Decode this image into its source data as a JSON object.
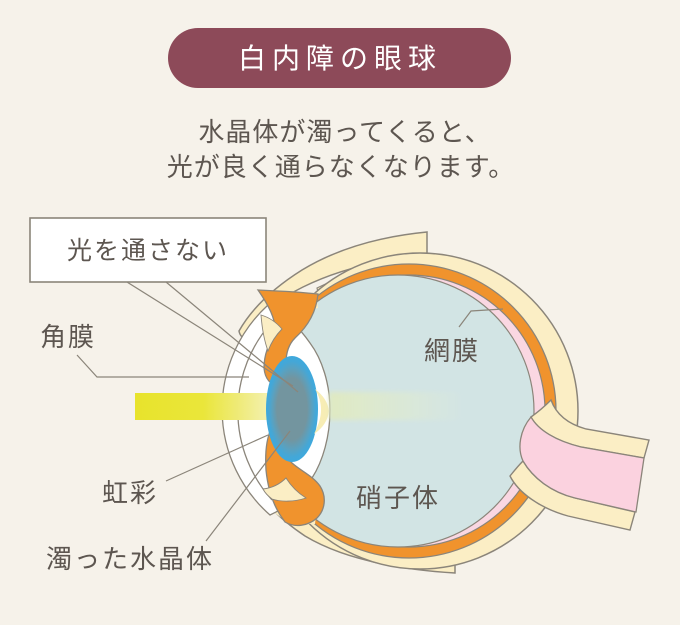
{
  "title": {
    "badge": "白内障の眼球"
  },
  "subtitle": {
    "line1": "水晶体が濁ってくると、",
    "line2": "光が良く通らなくなります。"
  },
  "callout": {
    "text": "光を通さない"
  },
  "labels": {
    "cornea": "角膜",
    "retina": "網膜",
    "iris": "虹彩",
    "vitreous": "硝子体",
    "cloudy_lens": "濁った水晶体"
  },
  "colors": {
    "background": "#f6f2ea",
    "badge_bg": "#8d4a59",
    "badge_text": "#ffffff",
    "text": "#5d5650",
    "outline": "#8b857a",
    "sclera": "#fbeec5",
    "choroid_orange": "#f0932d",
    "retina_pink": "#fad7e2",
    "optic_nerve_pink": "#fbd2df",
    "vitreous_blue": "#d2e4e4",
    "lens_edge_blue": "#3ea9dd",
    "lens_center_gray": "#73959f",
    "light_beam_yellow": "#e8e32c",
    "anterior_white": "#ffffff"
  }
}
